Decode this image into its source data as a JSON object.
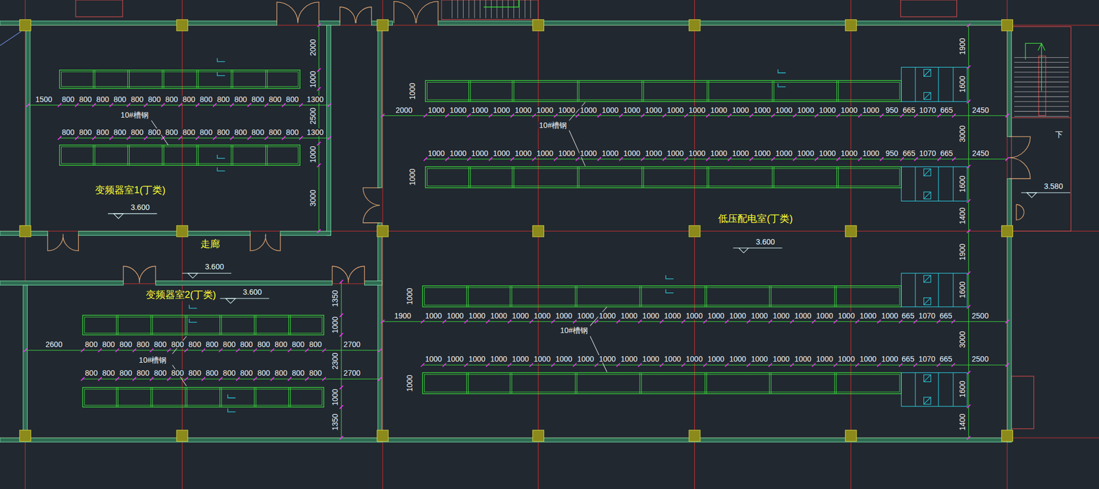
{
  "diagram": {
    "nodes": [
      {
        "text": [
          "变频器室1(丁类)"
        ]
      },
      {
        "text": [
          "走廊"
        ]
      },
      {
        "text": [
          "变频器室2(丁类)"
        ]
      },
      {
        "text": [
          "低压配电室(丁类)"
        ]
      }
    ],
    "labels": [
      "2000",
      "1000",
      "2500",
      "1000",
      "3000",
      "1500",
      "800",
      "800",
      "800",
      "800",
      "800",
      "800",
      "800",
      "800",
      "800",
      "800",
      "800",
      "800",
      "800",
      "800",
      "1300",
      "800",
      "800",
      "800",
      "800",
      "800",
      "800",
      "800",
      "800",
      "800",
      "800",
      "800",
      "800",
      "800",
      "800",
      "1300",
      "10#槽钢",
      "3.600",
      "3.600",
      "3.600",
      "1350",
      "1000",
      "2300",
      "1000",
      "1350",
      "2600",
      "800",
      "800",
      "800",
      "800",
      "800",
      "800",
      "800",
      "800",
      "800",
      "800",
      "800",
      "800",
      "800",
      "800",
      "2700",
      "800",
      "800",
      "800",
      "800",
      "800",
      "800",
      "800",
      "800",
      "800",
      "800",
      "800",
      "800",
      "800",
      "800",
      "2700",
      "10#槽钢",
      "1000",
      "1000",
      "1000",
      "1000",
      "1900",
      "1600",
      "3000",
      "1600",
      "1400",
      "1900",
      "1600",
      "3000",
      "1600",
      "1400",
      "2000",
      "1000",
      "1000",
      "1000",
      "1000",
      "1000",
      "1000",
      "1000",
      "1000",
      "1000",
      "1000",
      "1000",
      "1000",
      "1000",
      "1000",
      "1000",
      "1000",
      "1000",
      "1000",
      "1000",
      "1000",
      "1000",
      "950",
      "665",
      "1070",
      "665",
      "2450",
      "1000",
      "1000",
      "1000",
      "1000",
      "1000",
      "1000",
      "1000",
      "1000",
      "1000",
      "1000",
      "1000",
      "1000",
      "1000",
      "1000",
      "1000",
      "1000",
      "1000",
      "1000",
      "1000",
      "1000",
      "1000",
      "950",
      "665",
      "1070",
      "665",
      "2450",
      "10#槽钢",
      "3.600",
      "1900",
      "1000",
      "1000",
      "1000",
      "1000",
      "1000",
      "1000",
      "1000",
      "1000",
      "1000",
      "1000",
      "1000",
      "1000",
      "1000",
      "1000",
      "1000",
      "1000",
      "1000",
      "1000",
      "1000",
      "1000",
      "1000",
      "1000",
      "665",
      "1070",
      "665",
      "2500",
      "1000",
      "1000",
      "1000",
      "1000",
      "1000",
      "1000",
      "1000",
      "1000",
      "1000",
      "1000",
      "1000",
      "1000",
      "1000",
      "1000",
      "1000",
      "1000",
      "1000",
      "1000",
      "1000",
      "1000",
      "1000",
      "1000",
      "665",
      "1070",
      "665",
      "2500",
      "10#槽钢",
      "下",
      "3.580"
    ]
  }
}
